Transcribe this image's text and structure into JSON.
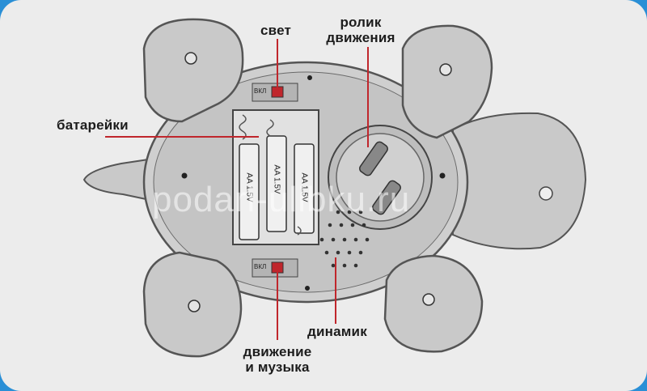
{
  "labels": {
    "light": "свет",
    "roller": [
      "ролик",
      "движения"
    ],
    "batteries": "батарейки",
    "speaker": "динамик",
    "motion_music": [
      "движение",
      "и музыка"
    ]
  },
  "battery_markings": [
    "AA 1.5V",
    "AA 1.5V",
    "AA 1.5V"
  ],
  "switch_marking": "ВКЛ",
  "watermark": "podari-ulibku.ru",
  "colors": {
    "background": "#2a8fd6",
    "panel": "#ececec",
    "shell": "#c9c9c9",
    "outline": "#555555",
    "leader_line": "#c0262c",
    "switch_red": "#c0262c"
  }
}
